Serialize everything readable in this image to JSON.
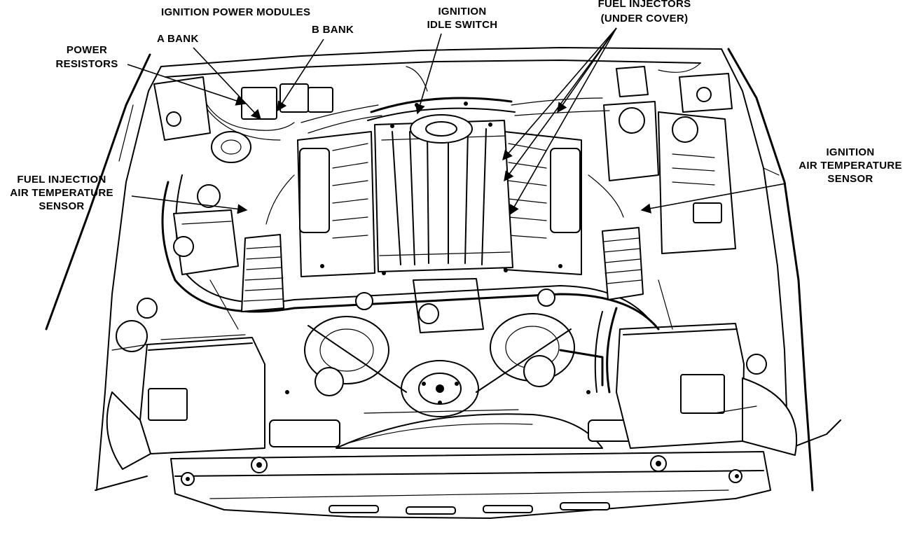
{
  "labels": {
    "ignition_power_modules": "IGNITION POWER MODULES",
    "a_bank": "A BANK",
    "b_bank": "B BANK",
    "ignition_idle_switch": [
      "IGNITION",
      "IDLE SWITCH"
    ],
    "fuel_injectors": [
      "FUEL INJECTORS",
      "(UNDER COVER)"
    ],
    "power_resistors": [
      "POWER",
      "RESISTORS"
    ],
    "fuel_injection_air_temp_sensor": [
      "FUEL INJECTION",
      "AIR TEMPERATURE",
      "SENSOR"
    ],
    "ignition_air_temp_sensor": [
      "IGNITION",
      "AIR TEMPERATURE",
      "SENSOR"
    ]
  }
}
